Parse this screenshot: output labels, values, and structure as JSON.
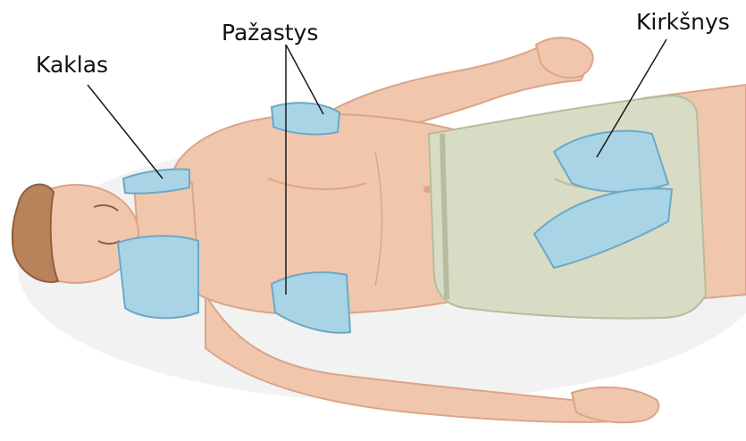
{
  "labels": {
    "neck": "Kaklas",
    "armpits": "Pažastys",
    "groin": "Kirkšnys"
  },
  "colors": {
    "skin": "#f0c7ac",
    "skin_shade": "#dca489",
    "ice_pack": "#a9d4e6",
    "ice_pack_edge": "#6aa9c6",
    "shorts": "#d8dcc4",
    "shorts_shade": "#b7bc9e",
    "hair": "#b8825a",
    "leader_line": "#1a1a1a"
  }
}
